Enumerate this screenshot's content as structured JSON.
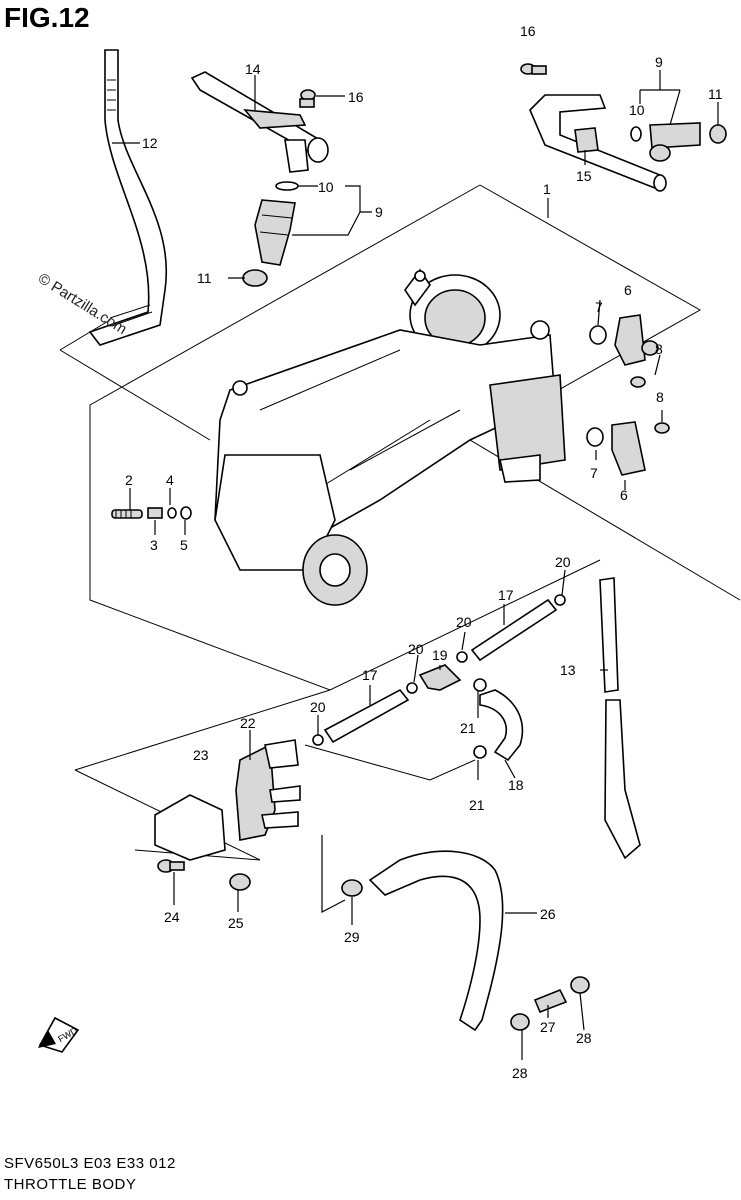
{
  "figure": {
    "title": "FIG.12",
    "model_code": "SFV650L3  E03  E33  012",
    "section_name": "THROTTLE BODY",
    "watermark": "© Partzilla.com"
  },
  "callouts": {
    "c1": "1",
    "c2": "2",
    "c3": "3",
    "c4": "4",
    "c5": "5",
    "c6a": "6",
    "c6b": "6",
    "c7a": "7",
    "c7b": "7",
    "c8a": "8",
    "c8b": "8",
    "c9a": "9",
    "c9b": "9",
    "c10a": "10",
    "c10b": "10",
    "c11a": "11",
    "c11b": "11",
    "c12": "12",
    "c13": "13",
    "c14": "14",
    "c15": "15",
    "c16a": "16",
    "c16b": "16",
    "c17a": "17",
    "c17b": "17",
    "c18": "18",
    "c19": "19",
    "c20a": "20",
    "c20b": "20",
    "c20c": "20",
    "c20d": "20",
    "c21a": "21",
    "c21b": "21",
    "c22": "22",
    "c23": "23",
    "c24": "24",
    "c25": "25",
    "c26": "26",
    "c27": "27",
    "c28a": "28",
    "c28b": "28",
    "c29": "29"
  },
  "fwd_label": "FWD",
  "icons": [
    "fwd-arrow-icon"
  ]
}
